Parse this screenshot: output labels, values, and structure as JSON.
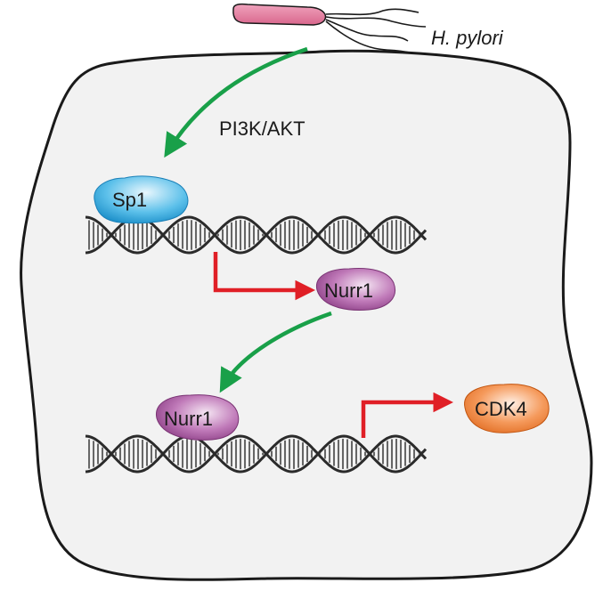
{
  "diagram": {
    "bacterium_label": "H. pylori",
    "pathway_label": "PI3K/AKT",
    "factors": {
      "sp1": "Sp1",
      "nurr1_product": "Nurr1",
      "nurr1_bound": "Nurr1",
      "cdk4": "CDK4"
    },
    "colors": {
      "cell_fill": "#f2f2f2",
      "bacterium": "#e07a9c",
      "activation_arrow": "#19a049",
      "expression_arrow": "#e01f26",
      "sp1": "#2aa6df",
      "nurr1": "#a24f9b",
      "cdk4": "#ef7b2c",
      "dna": "#2b2b2b"
    }
  }
}
